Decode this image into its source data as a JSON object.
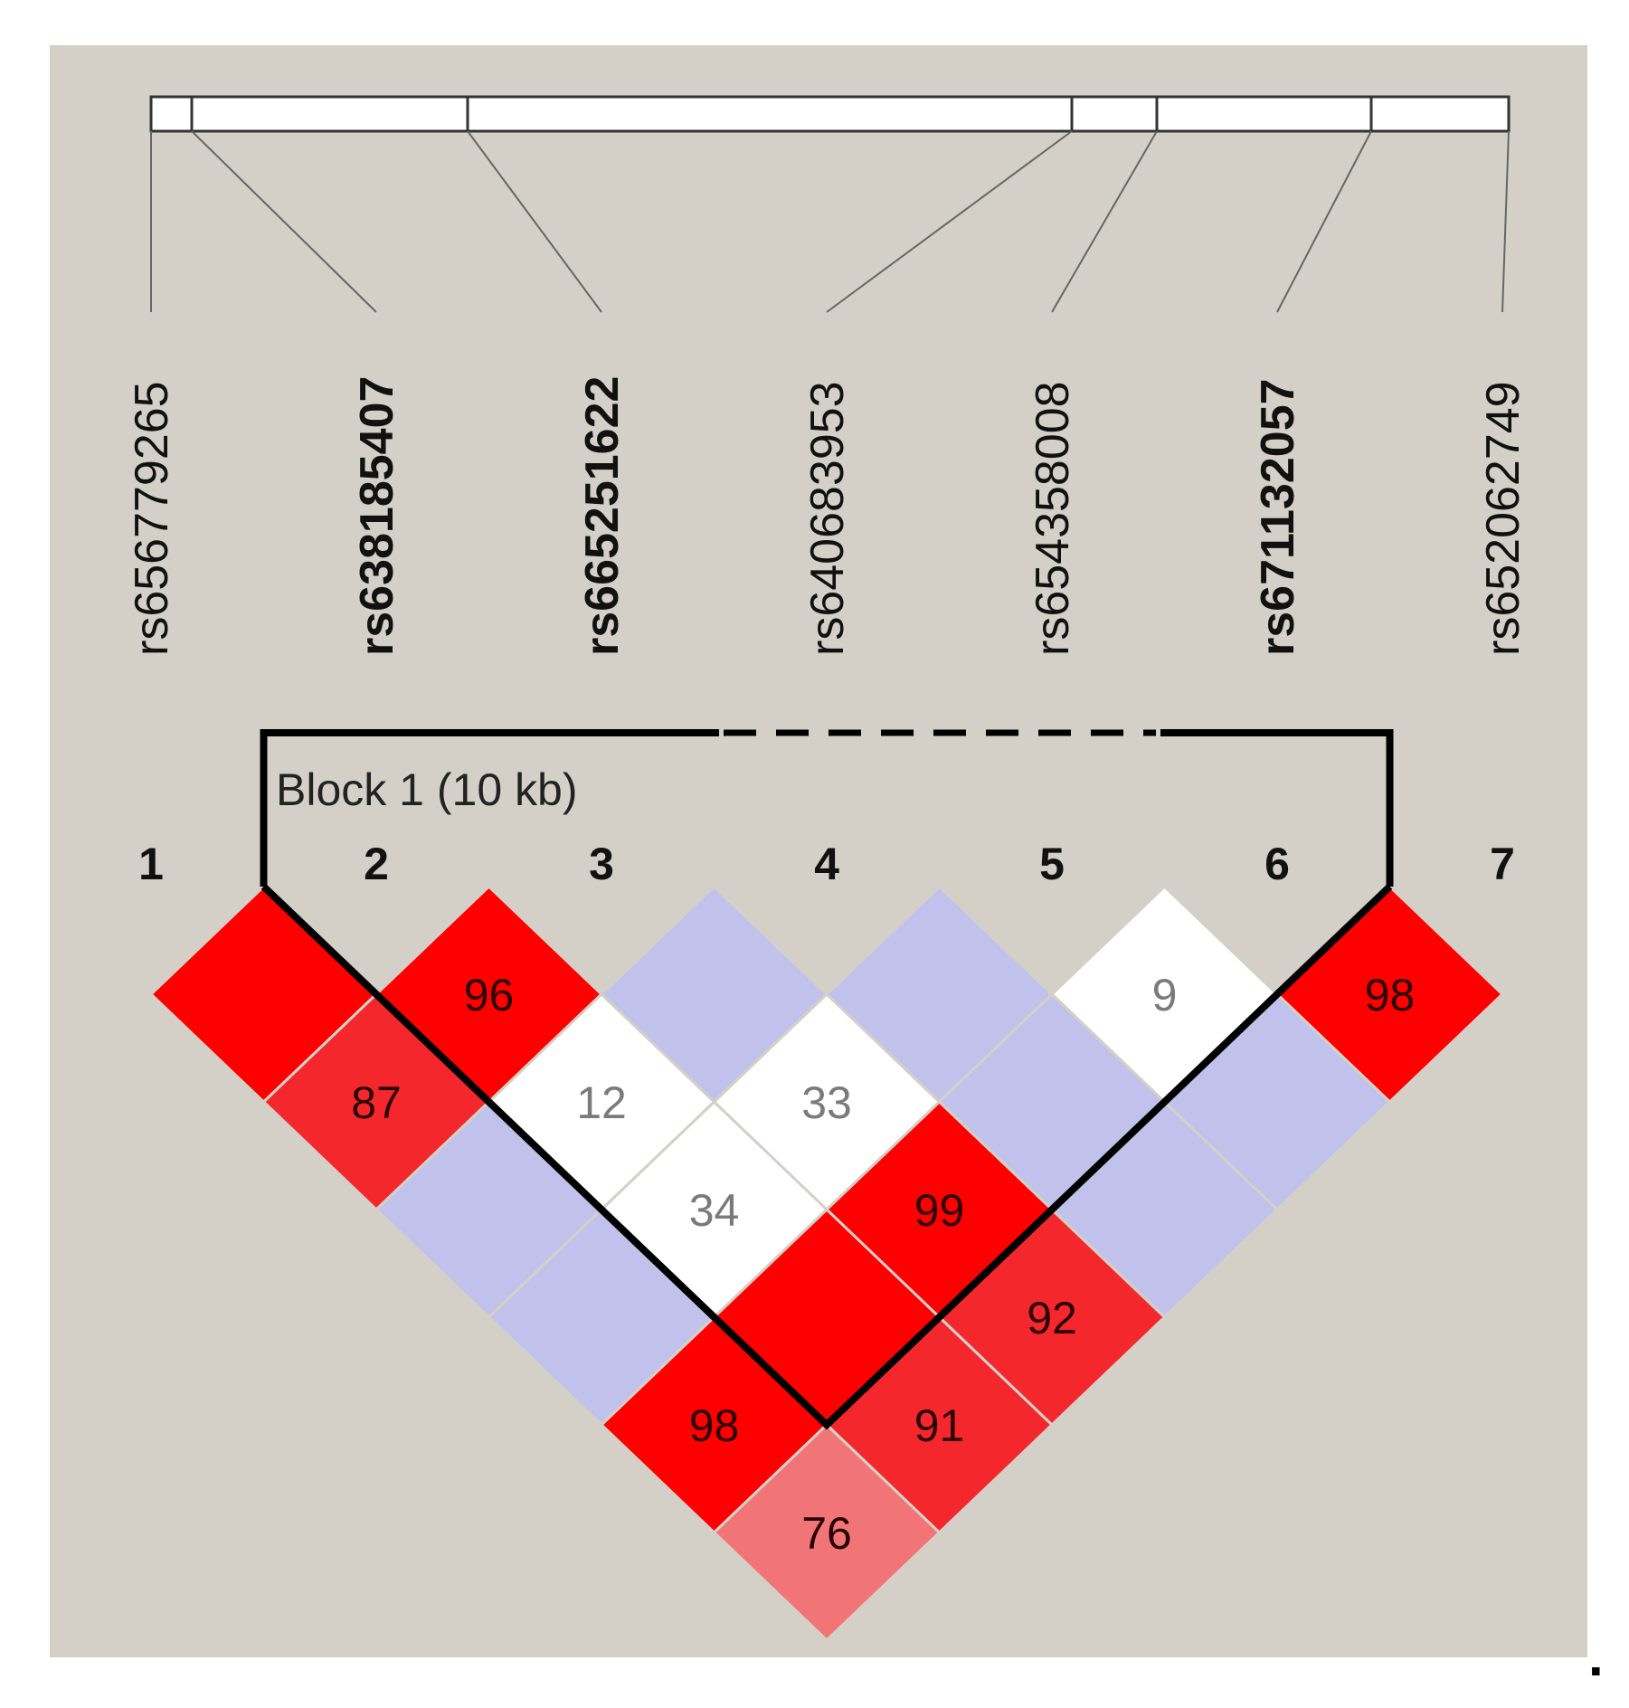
{
  "colors": {
    "panel_background": "#d4d0c8",
    "strong_ld": "#ff0000",
    "moderate_ld_87_92": "#f4282c",
    "moderate_ld_76": "#f17576",
    "weak_ld": "#ffffff",
    "uninformative": "#c1c2ec",
    "red_cell_text": "#2a0000",
    "white_cell_text": "#7a7a7a"
  },
  "markers": [
    {
      "index": "1",
      "name": "rs65677 9265",
      "bold": false
    },
    {
      "index": "2",
      "name": "rs6381854 07",
      "bold": true
    },
    {
      "index": "3",
      "name": "rs6652516 22",
      "bold": true
    },
    {
      "index": "4",
      "name": "rs6406839 53",
      "bold": false
    },
    {
      "index": "5",
      "name": "rs6543580 08",
      "bold": false
    },
    {
      "index": "6",
      "name": "rs6711320 57",
      "bold": true
    },
    {
      "index": "7",
      "name": "rs6520627 49",
      "bold": false
    }
  ],
  "block": {
    "label": "Block 1 (10 kb)",
    "first_marker": 2,
    "last_marker": 6
  },
  "ld_cells": [
    {
      "i": 1,
      "j": 2,
      "value": "",
      "color": "strong_ld"
    },
    {
      "i": 2,
      "j": 3,
      "value": "96",
      "color": "strong_ld"
    },
    {
      "i": 3,
      "j": 4,
      "value": "",
      "color": "uninformative"
    },
    {
      "i": 4,
      "j": 5,
      "value": "",
      "color": "uninformative"
    },
    {
      "i": 5,
      "j": 6,
      "value": "9",
      "color": "weak_ld"
    },
    {
      "i": 6,
      "j": 7,
      "value": "98",
      "color": "strong_ld"
    },
    {
      "i": 1,
      "j": 3,
      "value": "87",
      "color": "moderate_ld_87_92"
    },
    {
      "i": 2,
      "j": 4,
      "value": "12",
      "color": "weak_ld"
    },
    {
      "i": 3,
      "j": 5,
      "value": "33",
      "color": "weak_ld"
    },
    {
      "i": 4,
      "j": 6,
      "value": "",
      "color": "uninformative"
    },
    {
      "i": 5,
      "j": 7,
      "value": "",
      "color": "uninformative"
    },
    {
      "i": 1,
      "j": 4,
      "value": "",
      "color": "uninformative"
    },
    {
      "i": 2,
      "j": 5,
      "value": "34",
      "color": "weak_ld"
    },
    {
      "i": 3,
      "j": 6,
      "value": "99",
      "color": "strong_ld"
    },
    {
      "i": 4,
      "j": 7,
      "value": "",
      "color": "uninformative"
    },
    {
      "i": 1,
      "j": 5,
      "value": "",
      "color": "uninformative"
    },
    {
      "i": 2,
      "j": 6,
      "value": "",
      "color": "strong_ld"
    },
    {
      "i": 3,
      "j": 7,
      "value": "92",
      "color": "moderate_ld_87_92"
    },
    {
      "i": 1,
      "j": 6,
      "value": "98",
      "color": "strong_ld"
    },
    {
      "i": 2,
      "j": 7,
      "value": "91",
      "color": "moderate_ld_87_92"
    },
    {
      "i": 1,
      "j": 7,
      "value": "76",
      "color": "moderate_ld_76"
    }
  ],
  "trailing_mark": "."
}
